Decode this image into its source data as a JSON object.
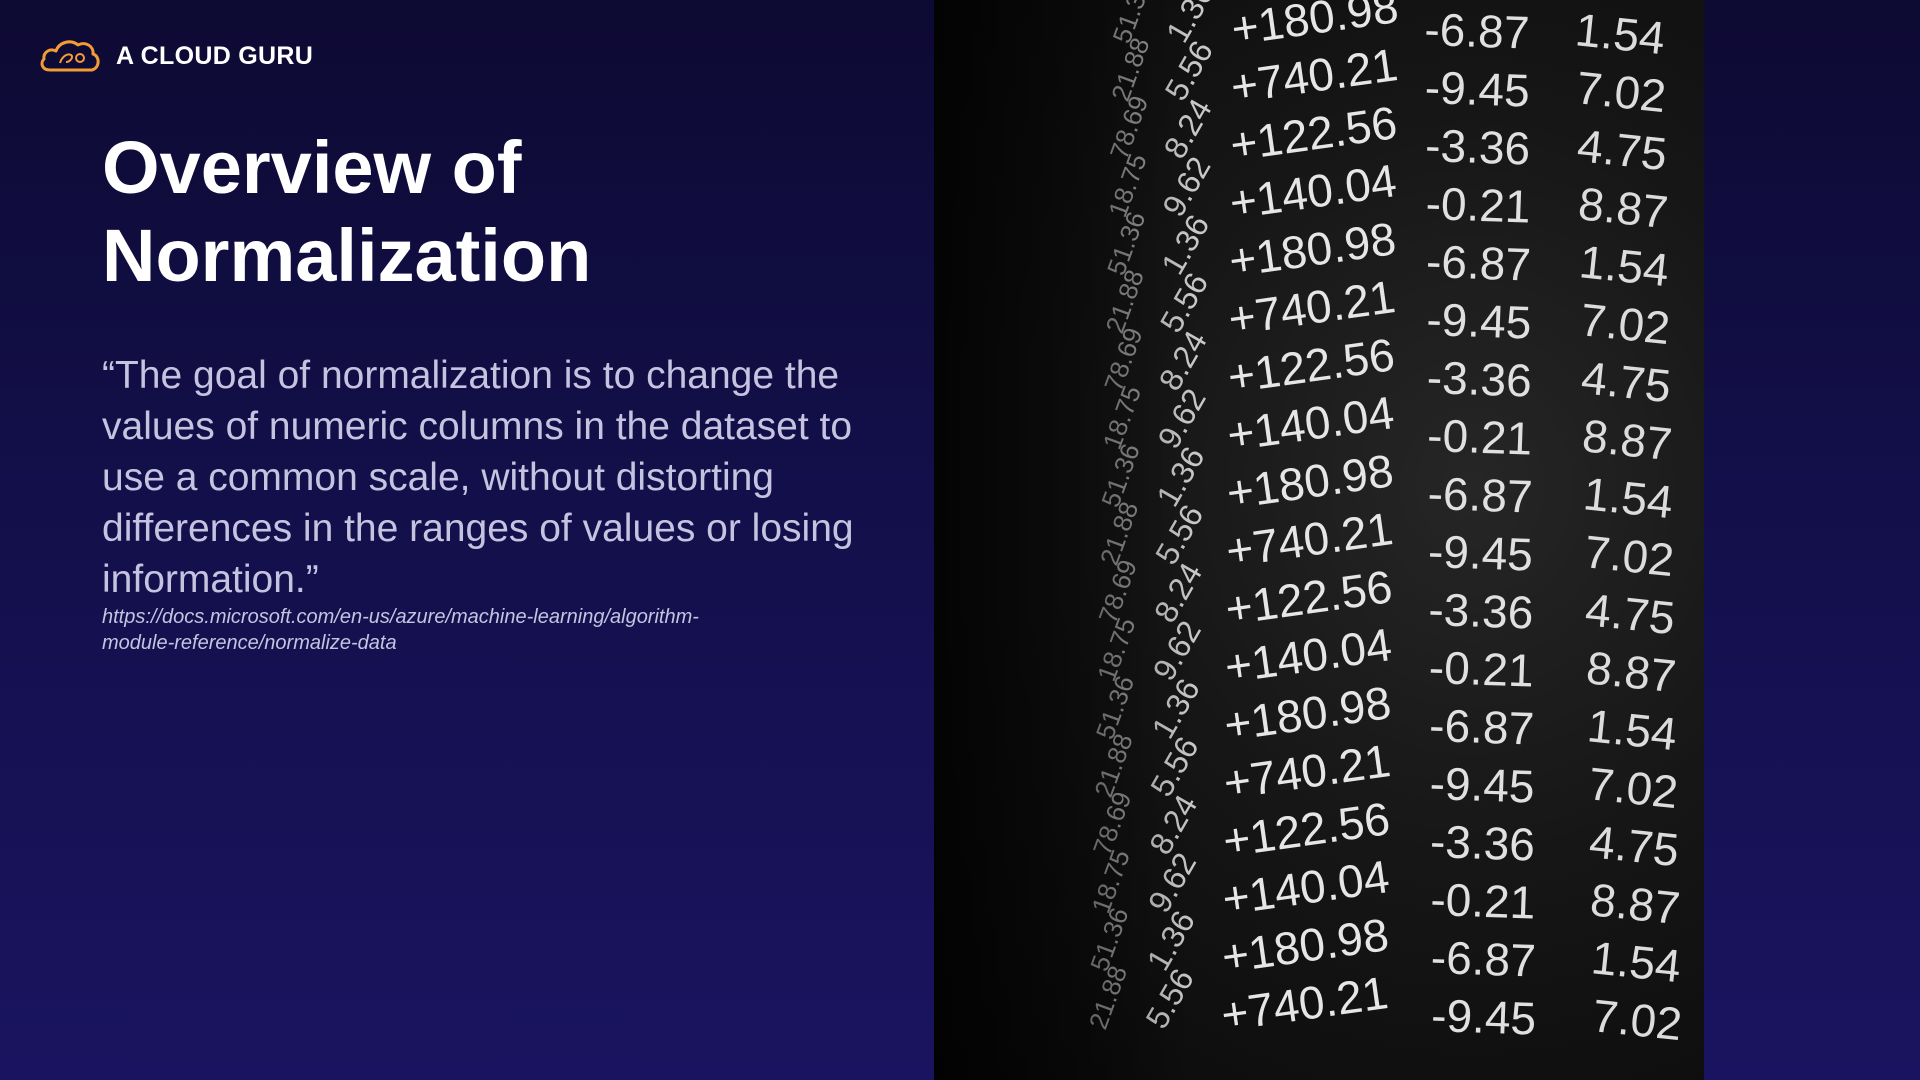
{
  "brand": {
    "name": "A CLOUD GURU",
    "logo_icon": "cloud-logo-icon",
    "logo_color": "#f39c34"
  },
  "slide": {
    "title_line1": "Overview of",
    "title_line2": "Normalization",
    "quote": "“The goal of normalization is to change the values of numeric columns in the dataset to use a common scale, without distorting differences in the ranges of values or losing information.”",
    "source_line1": "https://docs.microsoft.com/en-us/azure/machine-learning/algorithm-",
    "source_line2": "module-reference/normalize-data"
  },
  "ticker": {
    "col_a": [
      "51.36",
      "21.88",
      "78.69",
      "18.75"
    ],
    "col_b": [
      "1.36",
      "5.56",
      "8.24",
      "9.62"
    ],
    "col_c": [
      "+180.98",
      "+740.21",
      "+122.56",
      "+140.04"
    ],
    "col_d": [
      "-0.21",
      "-6.87",
      "-9.45",
      "-3.36"
    ],
    "col_e": [
      "4.75",
      "8.87",
      "1.54",
      "7.02"
    ]
  }
}
